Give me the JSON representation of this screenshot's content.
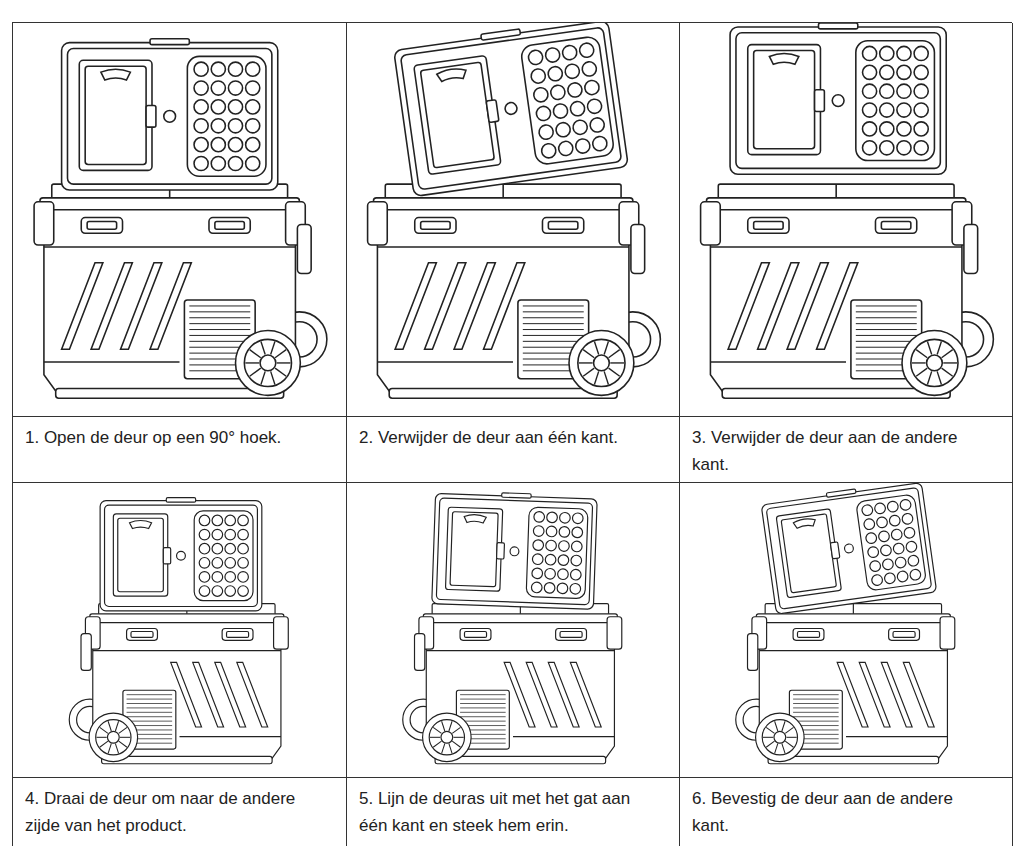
{
  "diagram": {
    "labels": [
      "1. Open de deur op een 90° hoek.",
      "2. Verwijder de deur aan één kant.",
      "3. Verwijder de deur aan de andere kant.",
      "4. Draai de deur om naar de andere zijde van het product.",
      "5. Lijn de deuras uit met het gat aan één kant en steek hem erin.",
      "6. Bevestig de deur aan de andere kant."
    ]
  }
}
